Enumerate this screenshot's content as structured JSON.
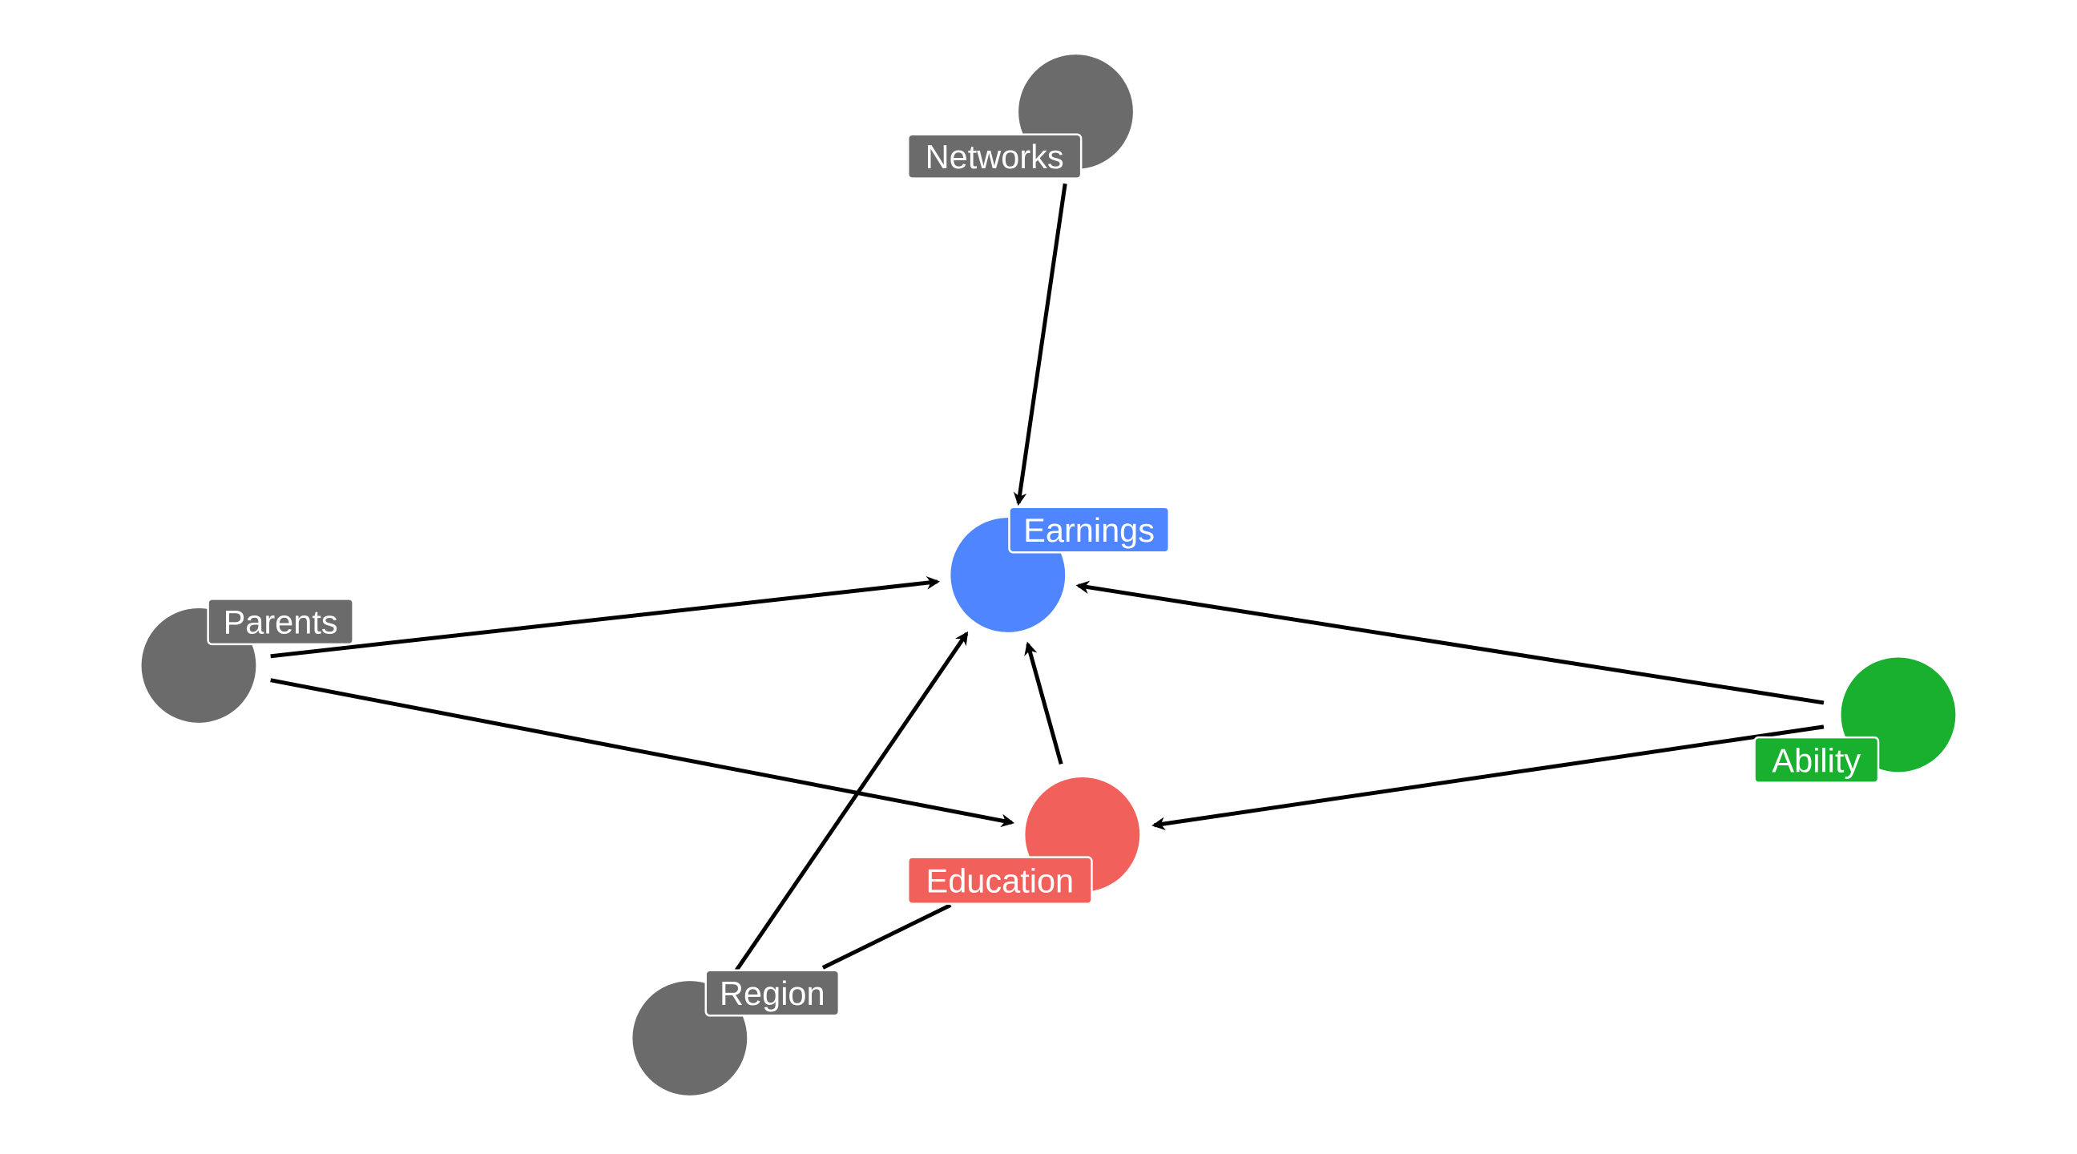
{
  "nodes": [
    {
      "id": "networks",
      "label": "Networks",
      "color": "#6b6b6b"
    },
    {
      "id": "earnings",
      "label": "Earnings",
      "color": "#4f86ff"
    },
    {
      "id": "parents",
      "label": "Parents",
      "color": "#6b6b6b"
    },
    {
      "id": "ability",
      "label": "Ability",
      "color": "#18b02e"
    },
    {
      "id": "education",
      "label": "Education",
      "color": "#f2605c"
    },
    {
      "id": "region",
      "label": "Region",
      "color": "#6b6b6b"
    }
  ],
  "edges": [
    {
      "from": "networks",
      "to": "earnings",
      "arrow": true
    },
    {
      "from": "parents",
      "to": "earnings",
      "arrow": true
    },
    {
      "from": "parents",
      "to": "education",
      "arrow": true
    },
    {
      "from": "ability",
      "to": "earnings",
      "arrow": true
    },
    {
      "from": "ability",
      "to": "education",
      "arrow": true
    },
    {
      "from": "education",
      "to": "earnings",
      "arrow": true
    },
    {
      "from": "region",
      "to": "earnings",
      "arrow": true
    },
    {
      "from": "region",
      "to": "education",
      "arrow": false
    }
  ]
}
